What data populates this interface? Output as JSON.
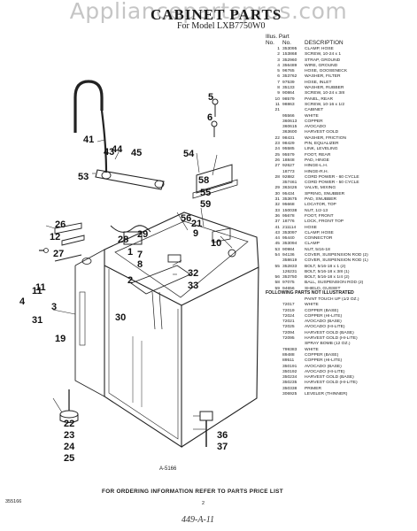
{
  "watermark": "Appliancepartspros.com",
  "header": {
    "title": "CABINET PARTS",
    "subtitle": "For Model LXB7750W0",
    "col_illus": "Illus. Part",
    "col_no": "No.",
    "col_no2": "No.",
    "col_desc": "DESCRIPTION"
  },
  "parts": [
    {
      "no": "1",
      "pn": "353095",
      "desc": "CLAMP, HOSE"
    },
    {
      "no": "2",
      "pn": "153868",
      "desc": "SCREW, 10-24 x 1"
    },
    {
      "no": "3",
      "pn": "352960",
      "desc": "STRAP, GROUND"
    },
    {
      "no": "4",
      "pn": "356489",
      "desc": "WIRE, GROUND"
    },
    {
      "no": "5",
      "pn": "96765",
      "desc": "HOSE, GOOSENECK"
    },
    {
      "no": "6",
      "pn": "353762",
      "desc": "WASHER, FILTER"
    },
    {
      "no": "7",
      "pn": "97539",
      "desc": "HOSE, INLET"
    },
    {
      "no": "8",
      "pn": "35133",
      "desc": "WASHER, RUBBER"
    },
    {
      "no": "9",
      "pn": "90864",
      "desc": "SCREW, 10-24 x 3/8"
    },
    {
      "no": "10",
      "pn": "98579",
      "desc": "PANEL, REAR"
    },
    {
      "no": "11",
      "pn": "98863",
      "desc": "SCREW, 10-16 x 1/2"
    },
    {
      "no": "21",
      "pn": "",
      "desc": "CABINET"
    },
    {
      "no": "",
      "pn": "95566",
      "desc": "WHITE"
    },
    {
      "no": "",
      "pn": "360613",
      "desc": "COPPER"
    },
    {
      "no": "",
      "pn": "360615",
      "desc": "AVOCADO"
    },
    {
      "no": "",
      "pn": "363600",
      "desc": "HARVEST GOLD"
    },
    {
      "no": "22",
      "pn": "98431",
      "desc": "WASHER, FRICTION"
    },
    {
      "no": "23",
      "pn": "98429",
      "desc": "PIN, EQUALIZER"
    },
    {
      "no": "24",
      "pn": "95585",
      "desc": "LINK, LEVELING"
    },
    {
      "no": "25",
      "pn": "95579",
      "desc": "FOOT, REAR"
    },
    {
      "no": "26",
      "pn": "18848",
      "desc": "PAD, HINGE"
    },
    {
      "no": "27",
      "pn": "92627",
      "desc": "HINGE-L.H."
    },
    {
      "no": "",
      "pn": "18773",
      "desc": "HINGE-R.H."
    },
    {
      "no": "28",
      "pn": "92882",
      "desc": "CORD POWER - 60 CYCLE"
    },
    {
      "no": "",
      "pn": "357461",
      "desc": "CORD POWER - 50 CYCLE"
    },
    {
      "no": "29",
      "pn": "363426",
      "desc": "VALVE, MIXING"
    },
    {
      "no": "30",
      "pn": "95434",
      "desc": "SPRING, SNUBBER"
    },
    {
      "no": "31",
      "pn": "353675",
      "desc": "PAD, SNUBBER"
    },
    {
      "no": "32",
      "pn": "95668",
      "desc": "LOCATOR, TOP"
    },
    {
      "no": "33",
      "pn": "150038",
      "desc": "NUT, 1/2-13"
    },
    {
      "no": "36",
      "pn": "95678",
      "desc": "FOOT, FRONT"
    },
    {
      "no": "37",
      "pn": "18776",
      "desc": "LOCK, FRONT TOP"
    },
    {
      "no": "41",
      "pn": "211114",
      "desc": "HOSE"
    },
    {
      "no": "43",
      "pn": "353097",
      "desc": "CLAMP, HOSE"
    },
    {
      "no": "44",
      "pn": "95440",
      "desc": "CONNECTOR"
    },
    {
      "no": "45",
      "pn": "353094",
      "desc": "CLAMP"
    },
    {
      "no": "53",
      "pn": "90984",
      "desc": "NUT, 5/16-18"
    },
    {
      "no": "54",
      "pn": "94136",
      "desc": "COVER, SUSPENSION ROD (2)"
    },
    {
      "no": "",
      "pn": "358619",
      "desc": "COVER, SUSPENSION ROD (1)"
    },
    {
      "no": "55",
      "pn": "352833",
      "desc": "BOLT, 5/16-18 x 1 (2)"
    },
    {
      "no": "",
      "pn": "126231",
      "desc": "BOLT, 5/16-18 x 3/8 (1)"
    },
    {
      "no": "56",
      "pn": "353750",
      "desc": "BOLT, 5/16-18 x 1/4 (2)"
    },
    {
      "no": "58",
      "pn": "97075",
      "desc": "BALL, SUSPENSION ROD (2)"
    },
    {
      "no": "59",
      "pn": "94656",
      "desc": "SHIELD, GUSSET"
    }
  ],
  "not_illustrated_header": "FOLLOWING PARTS NOT ILLUSTRATED",
  "paint": [
    {
      "pn": "",
      "desc": "PAINT TOUCH UP (1/2 OZ.)"
    },
    {
      "pn": "72017",
      "desc": "WHITE"
    },
    {
      "pn": "72019",
      "desc": "COPPER (BASE)"
    },
    {
      "pn": "72024",
      "desc": "COPPER (HI-LITE)"
    },
    {
      "pn": "72021",
      "desc": "AVOCADO (BASE)"
    },
    {
      "pn": "72025",
      "desc": "AVOCADO (HI-LITE)"
    },
    {
      "pn": "72094",
      "desc": "HARVEST GOLD (BASE)"
    },
    {
      "pn": "72095",
      "desc": "HARVEST GOLD (HI-LITE)"
    },
    {
      "pn": "",
      "desc": "SPRAY BOMB (12 OZ.)"
    },
    {
      "pn": "799383",
      "desc": "WHITE"
    },
    {
      "pn": "89488",
      "desc": "COPPER (BASE)"
    },
    {
      "pn": "89511",
      "desc": "COPPER (HI-LITE)"
    },
    {
      "pn": "350191",
      "desc": "AVOCADO (BASE)"
    },
    {
      "pn": "350192",
      "desc": "AVOCADO (HI-LITE)"
    },
    {
      "pn": "350234",
      "desc": "HARVEST GOLD (BASE)"
    },
    {
      "pn": "350235",
      "desc": "HARVEST GOLD (HI-LITE)"
    },
    {
      "pn": "350338",
      "desc": "PRIMER"
    },
    {
      "pn": "306925",
      "desc": "LEVELER (THINNER)"
    }
  ],
  "callouts": [
    "1",
    "2",
    "3",
    "4",
    "5",
    "6",
    "7",
    "8",
    "9",
    "10",
    "11",
    "19",
    "21",
    "22",
    "23",
    "24",
    "25",
    "26",
    "27",
    "28",
    "29",
    "30",
    "31",
    "32",
    "33",
    "36",
    "37",
    "41",
    "43",
    "44",
    "45",
    "53",
    "54",
    "55",
    "56",
    "58",
    "59"
  ],
  "figure_code": "A-5166",
  "footer": {
    "order_info": "FOR ORDERING INFORMATION REFER TO PARTS PRICE LIST",
    "doc_code": "355166",
    "page_no": "2",
    "handwritten_note": "449-A-11"
  }
}
